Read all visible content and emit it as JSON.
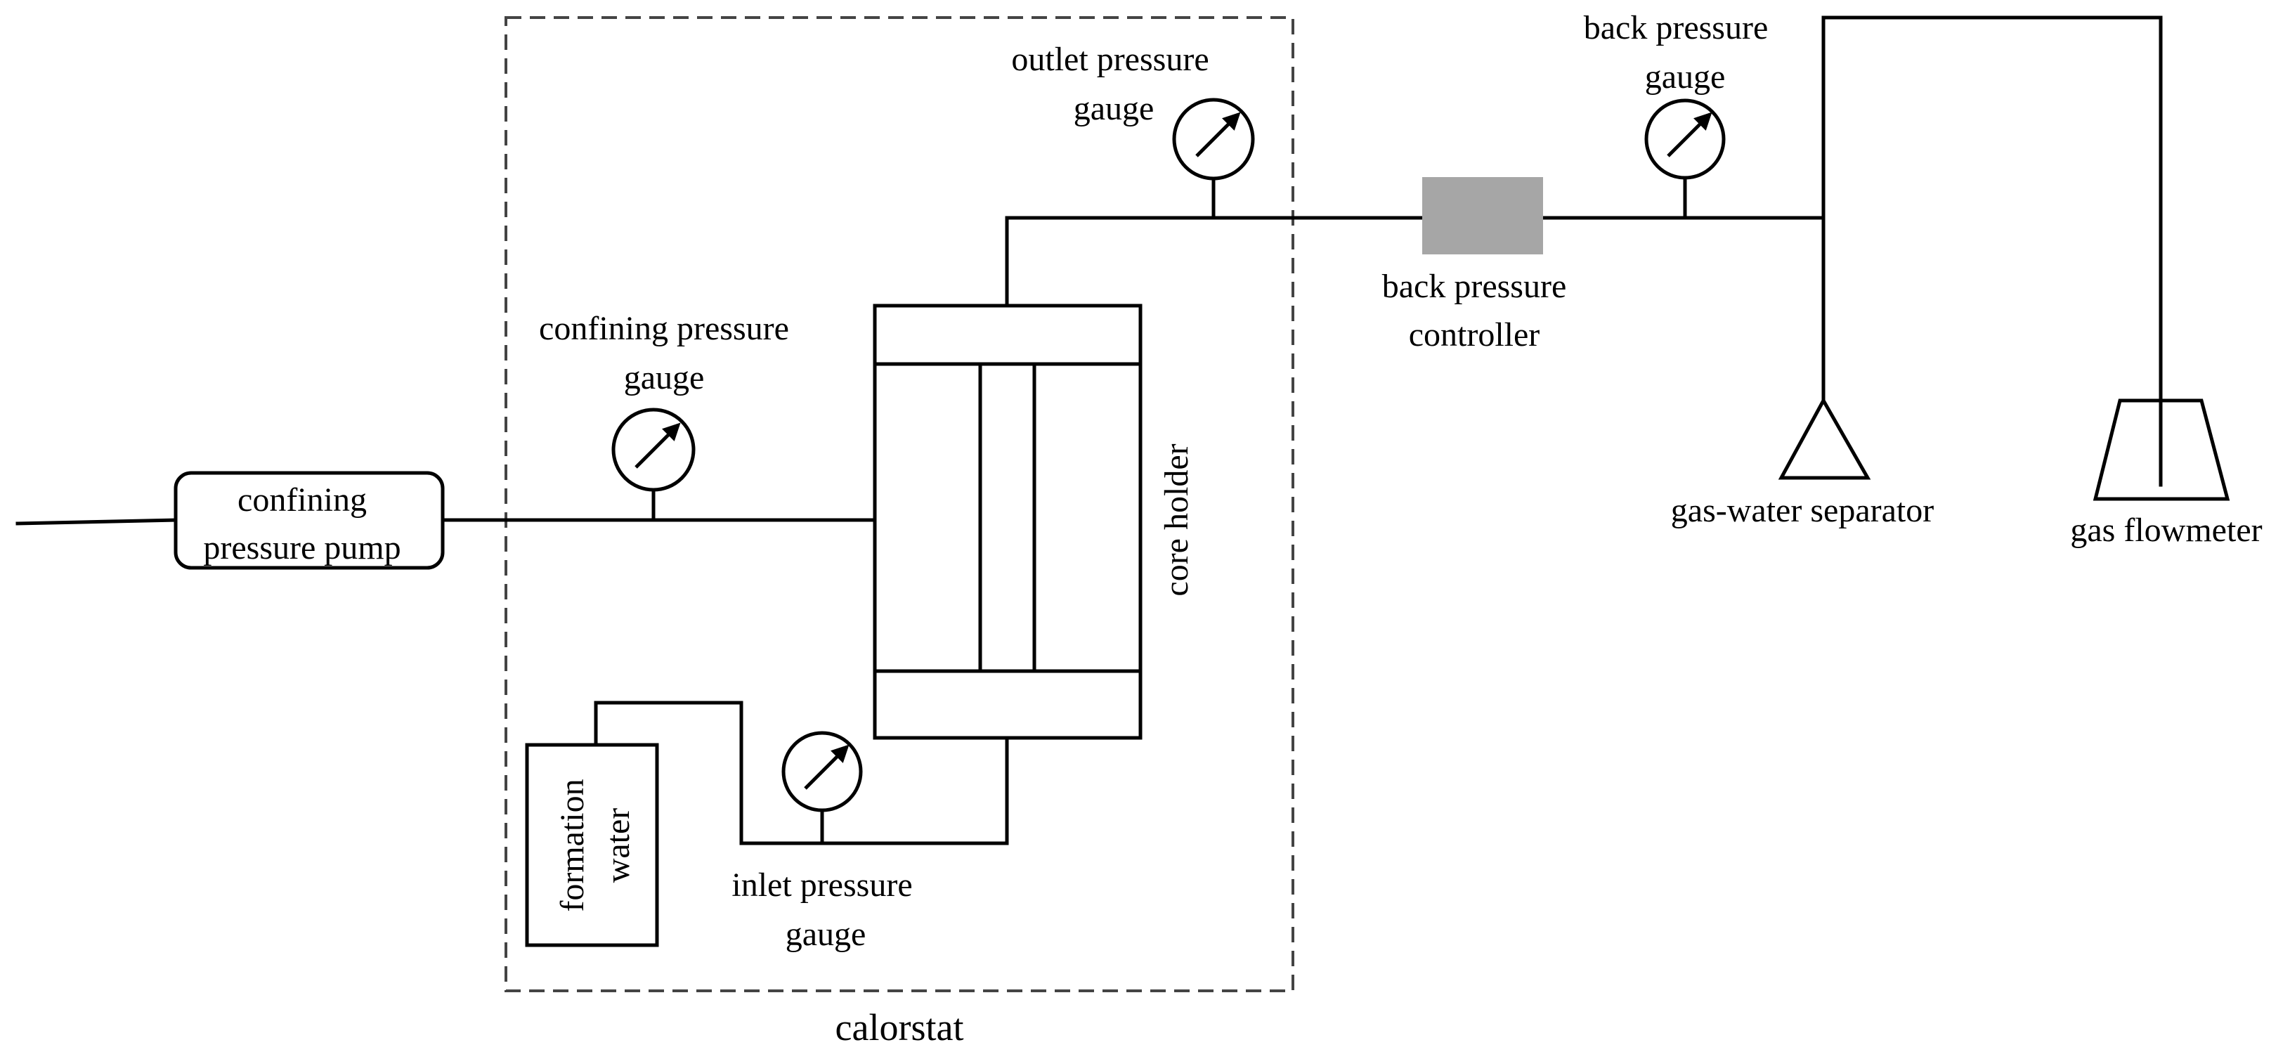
{
  "labels": {
    "calorstat": "calorstat",
    "outlet_gauge": [
      "outlet pressure",
      "gauge"
    ],
    "back_gauge": [
      "back pressure",
      "gauge"
    ],
    "back_controller": [
      "back pressure",
      "controller"
    ],
    "confining_gauge": [
      "confining pressure",
      "gauge"
    ],
    "confining_pump": [
      "confining",
      "pressure pump"
    ],
    "core_holder": "core holder",
    "formation_water": [
      "formation",
      "water"
    ],
    "inlet_gauge": [
      "inlet pressure",
      "gauge"
    ],
    "separator": "gas-water separator",
    "flowmeter": "gas flowmeter"
  },
  "colors": {
    "line": "#000000",
    "controller_fill": "#a6a6a6",
    "dashed_border": "#444444",
    "background": "#ffffff"
  },
  "icons": {
    "gauge": "pressure-gauge-icon",
    "controller": "back-pressure-controller-icon",
    "separator": "triangle-separator-icon",
    "flowmeter": "trapezoid-flowmeter-icon"
  }
}
